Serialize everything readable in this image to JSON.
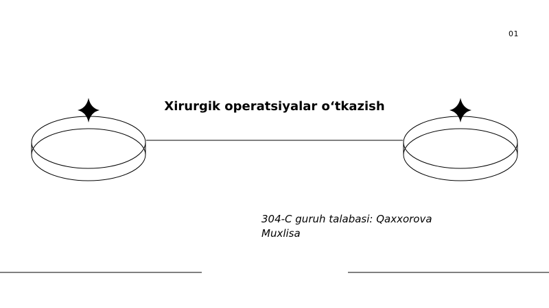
{
  "slide": {
    "number": "01",
    "title": "Xirurgik operatsiyalar o‘tkazish",
    "subtitle": "304-C guruh talabasi: Qaxxorova Muxlisa"
  },
  "icons": [
    "ring-icon",
    "four-point-star-icon"
  ],
  "colors": {
    "background": "#ffffff",
    "foreground": "#000000"
  }
}
